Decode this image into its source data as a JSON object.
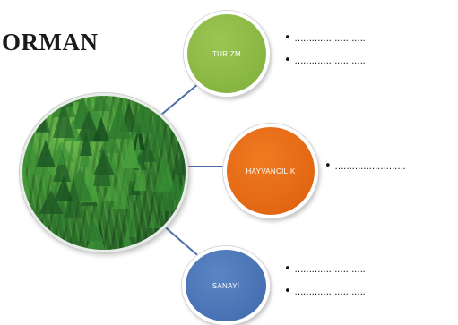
{
  "title": "ORMAN",
  "nodes": {
    "turizm": {
      "label": "TURİZM",
      "color": "#8dbb47"
    },
    "hayvancilik": {
      "label": "HAYVANCILIK",
      "color": "#e66b15"
    },
    "sanayi": {
      "label": "SANAYİ",
      "color": "#4a74b6"
    }
  },
  "blanks": {
    "turizm": [
      "…………………….",
      "……………………."
    ],
    "hayvancilik": [
      "……………………."
    ],
    "sanayi": [
      "…………………….",
      "……………………."
    ]
  },
  "center_image": "forest-photo"
}
